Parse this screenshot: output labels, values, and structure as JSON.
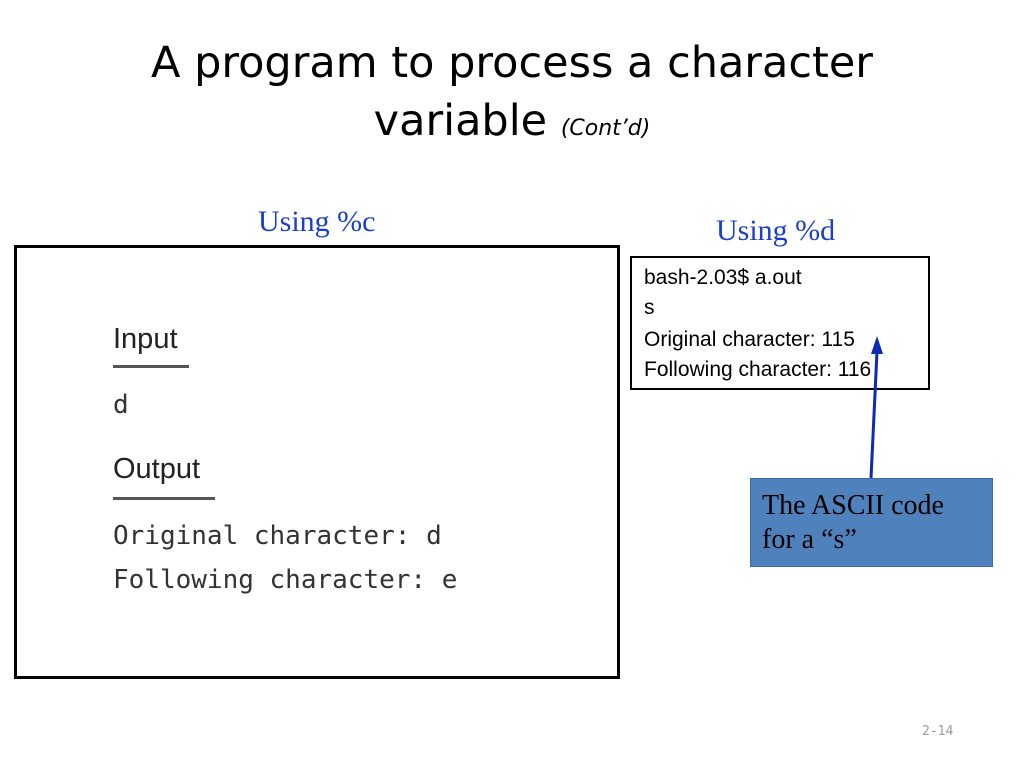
{
  "slide": {
    "title_line1": "A program to process a character",
    "title_line2": "variable",
    "title_suffix": "(Cont’d)",
    "number": "2-14"
  },
  "left_panel": {
    "heading": "Using %c",
    "input_label": "Input",
    "input_value": "d",
    "output_label": "Output",
    "output_lines": [
      "Original character: d",
      "Following character: e"
    ]
  },
  "right_panel": {
    "heading": "Using %d",
    "terminal_lines": [
      "bash-2.03$ a.out",
      "s",
      "Original character: 115",
      "Following character: 116"
    ]
  },
  "callout": {
    "line1": "The ASCII code",
    "line2": "for a “s”"
  },
  "colors": {
    "heading": "#1a3fc9",
    "callout_fill": "#4f81bd",
    "arrow": "#0a2bb5"
  }
}
